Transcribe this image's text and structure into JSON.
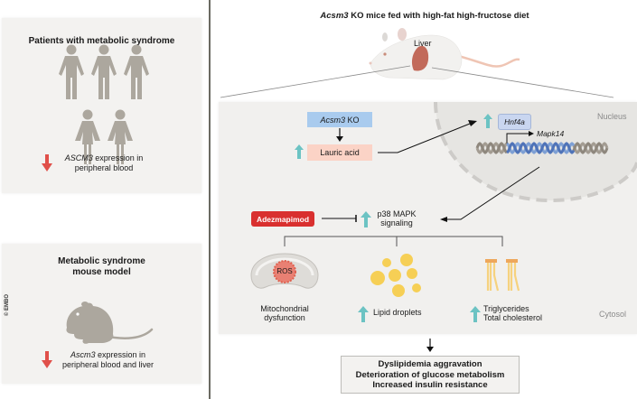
{
  "left": {
    "patients_panel": {
      "title": "Patients with metabolic syndrome",
      "figure_count": 5,
      "finding_gene": "ASCM3",
      "finding_rest_line1": " expression in",
      "finding_line2": "peripheral blood",
      "direction": "down"
    },
    "mouse_panel": {
      "title_line1": "Metabolic syndrome",
      "title_line2": "mouse model",
      "finding_gene": "Ascm3",
      "finding_rest_line1": " expression in",
      "finding_line2": "peripheral blood and liver",
      "direction": "down"
    },
    "copyright": "© EMBO"
  },
  "right": {
    "title_gene": "Acsm3",
    "title_rest": " KO mice fed with high-fat high-fructose diet",
    "liver_label": "Liver",
    "nucleus_label": "Nucleus",
    "cytosol_label": "Cytosol",
    "acsm3_ko": {
      "gene": "Acsm3",
      "rest": " KO"
    },
    "lauric_acid": "Lauric acid",
    "hnf4a": "Hnf4a",
    "mapk14": "Mapk14",
    "adezmapimod": "Adezmapimod",
    "p38_line1": "p38 MAPK",
    "p38_line2": "signaling",
    "ros": "ROS",
    "effects": [
      {
        "line1": "Mitochondrial",
        "line2": "dysfunction",
        "up": false
      },
      {
        "line1": "Lipid droplets",
        "line2": "",
        "up": true
      },
      {
        "line1": "Triglycerides",
        "line2": "Total cholesterol",
        "up": true
      }
    ],
    "outcomes": [
      "Dyslipidemia aggravation",
      "Deterioration of glucose metabolism",
      "Increased insulin resistance"
    ]
  },
  "colors": {
    "up_arrow": "#6cc3c3",
    "down_arrow": "#e0504a",
    "ko_box": "#a9cbee",
    "lauric_box": "#fbd3c6",
    "hnf4a_box": "#c9d6f0",
    "drug_box": "#d9302f",
    "figure_gray": "#aca79e",
    "lipid_yellow": "#f6cf55"
  }
}
